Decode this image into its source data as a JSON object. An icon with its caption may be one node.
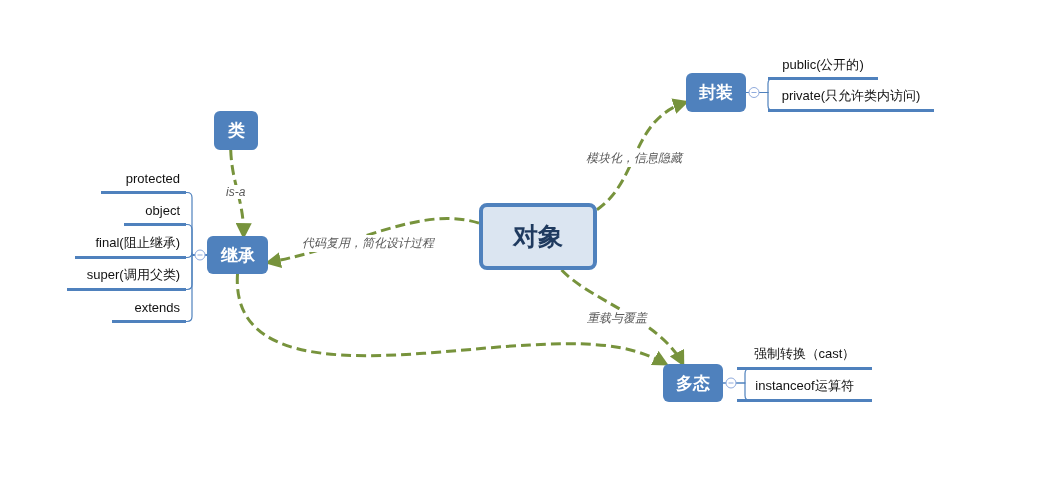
{
  "diagram": {
    "nodes": [
      {
        "text": [
          "对象"
        ]
      },
      {
        "text": [
          "封装"
        ]
      },
      {
        "text": [
          "public(公开的)"
        ]
      },
      {
        "text": [
          "private(只允许类内访问)"
        ]
      },
      {
        "text": [
          "类"
        ]
      },
      {
        "text": [
          "继承"
        ]
      },
      {
        "text": [
          "protected"
        ]
      },
      {
        "text": [
          "object"
        ]
      },
      {
        "text": [
          "final(阻止继承)"
        ]
      },
      {
        "text": [
          "super(调用父类)"
        ]
      },
      {
        "text": [
          "extends"
        ]
      },
      {
        "text": [
          "多态"
        ]
      },
      {
        "text": [
          "强制转换（cast）"
        ]
      },
      {
        "text": [
          "instanceof运算符"
        ]
      }
    ],
    "edges": [
      {
        "from": 0,
        "to": 1,
        "arrow": "to",
        "label": "模块化，信息隐藏",
        "style": "dashed",
        "color": "#77933c"
      },
      {
        "from": 0,
        "to": 5,
        "arrow": "to",
        "label": "代码复用，简化设计过程",
        "style": "dashed",
        "color": "#77933c"
      },
      {
        "from": 4,
        "to": 5,
        "arrow": "to",
        "label": "is-a",
        "style": "dashed",
        "color": "#77933c"
      },
      {
        "from": 0,
        "to": 11,
        "arrow": "to",
        "label": "重载与覆盖",
        "style": "dashed",
        "color": "#77933c"
      },
      {
        "from": 5,
        "to": 11,
        "arrow": "to",
        "style": "dashed",
        "color": "#77933c"
      },
      {
        "from": 1,
        "to": 2,
        "arrow": "none"
      },
      {
        "from": 1,
        "to": 3,
        "arrow": "none"
      },
      {
        "from": 5,
        "to": 6,
        "arrow": "none"
      },
      {
        "from": 5,
        "to": 7,
        "arrow": "none"
      },
      {
        "from": 5,
        "to": 8,
        "arrow": "none"
      },
      {
        "from": 5,
        "to": 9,
        "arrow": "none"
      },
      {
        "from": 5,
        "to": 10,
        "arrow": "none"
      },
      {
        "from": 11,
        "to": 12,
        "arrow": "none"
      },
      {
        "from": 11,
        "to": 13,
        "arrow": "none"
      }
    ]
  }
}
